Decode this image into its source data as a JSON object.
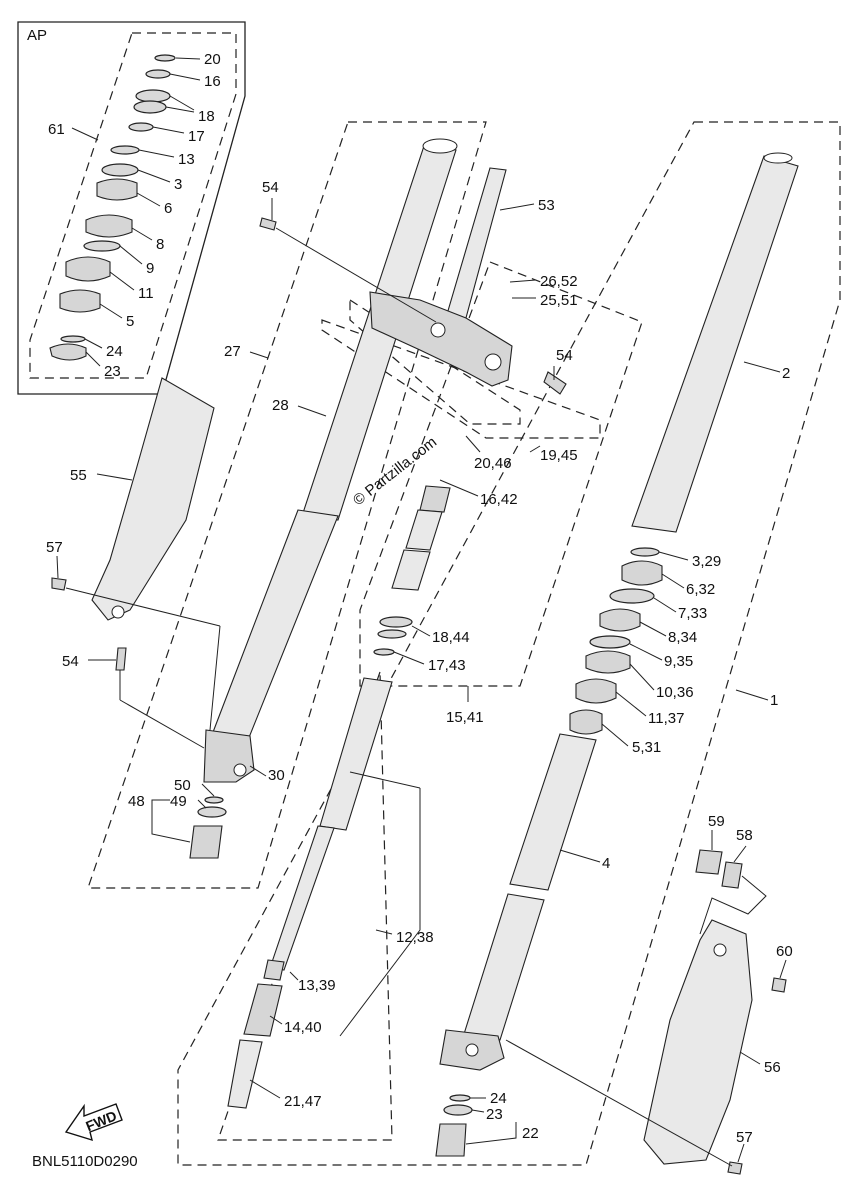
{
  "box_label": "AP",
  "watermark": "© Partzilla.com",
  "fwd_label": "FWD",
  "diagram_code": "BNL5110D0290",
  "callouts": {
    "c20": "20",
    "c16": "16",
    "c18": "18",
    "c17": "17",
    "c13": "13",
    "c3": "3",
    "c6": "6",
    "c8": "8",
    "c9": "9",
    "c11": "11",
    "c5": "5",
    "c24a": "24",
    "c23a": "23",
    "c61": "61",
    "c54a": "54",
    "c53": "53",
    "c26_52": "26,52",
    "c25_51": "25,51",
    "c54b": "54",
    "c27": "27",
    "c28": "28",
    "c2": "2",
    "c20_46": "20,46",
    "c19_45": "19,45",
    "c16_42": "16,42",
    "c55": "55",
    "c57a": "57",
    "c54c": "54",
    "c3_29": "3,29",
    "c6_32": "6,32",
    "c7_33": "7,33",
    "c8_34": "8,34",
    "c9_35": "9,35",
    "c10_36": "10,36",
    "c11_37": "11,37",
    "c5_31": "5,31",
    "c1": "1",
    "c18_44": "18,44",
    "c17_43": "17,43",
    "c15_41": "15,41",
    "c30": "30",
    "c50": "50",
    "c49": "49",
    "c48": "48",
    "c4": "4",
    "c59": "59",
    "c58": "58",
    "c60": "60",
    "c56": "56",
    "c12_38": "12,38",
    "c13_39": "13,39",
    "c14_40": "14,40",
    "c21_47": "21,47",
    "c24b": "24",
    "c23b": "23",
    "c22": "22",
    "c57b": "57"
  }
}
